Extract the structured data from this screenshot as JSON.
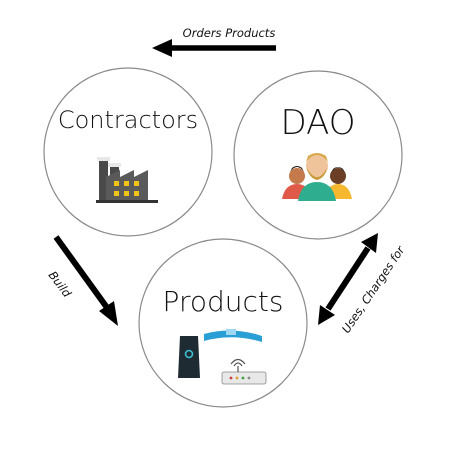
{
  "diagram": {
    "nodes": {
      "contractors": {
        "label": "Contractors",
        "icon": "factory-icon"
      },
      "dao": {
        "label": "DAO",
        "icon": "people-icon"
      },
      "products": {
        "label": "Products",
        "icon": "devices-icon"
      }
    },
    "edges": {
      "orders": {
        "label": "Orders Products"
      },
      "build": {
        "label": "Build"
      },
      "uses": {
        "label": "Uses, Charges for"
      }
    }
  }
}
